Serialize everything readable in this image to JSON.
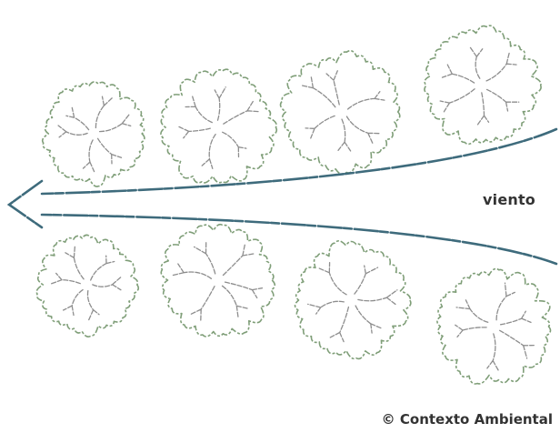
{
  "wind": {
    "label": "viento"
  },
  "credit": {
    "text": "© Contexto Ambiental"
  },
  "colors": {
    "tree_outline": "#7f9e78",
    "branches": "#8d8d8d",
    "wind_arrow": "#3e6b7c",
    "label_text": "#333333"
  },
  "trees": {
    "top_row_count": 4,
    "bottom_row_count": 4
  }
}
